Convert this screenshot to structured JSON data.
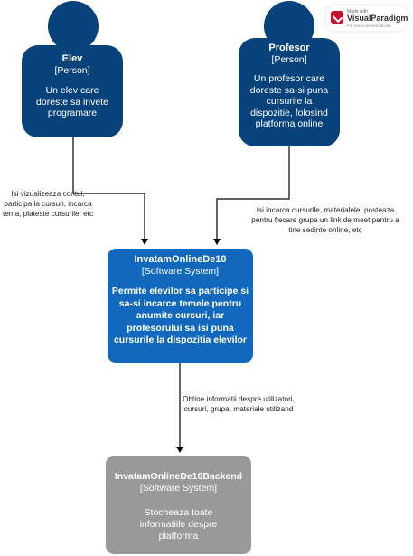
{
  "watermark": {
    "line1": "Made with",
    "line2": "VisualParadigm",
    "line3": "For non-commercial use"
  },
  "colors": {
    "person": "#08427b",
    "system": "#1168bd",
    "backend": "#999999",
    "edge": "#000000"
  },
  "nodes": {
    "elev": {
      "name": "Elev",
      "kind": "[Person]",
      "description": "Un elev care doreste sa invete programare"
    },
    "profesor": {
      "name": "Profesor",
      "kind": "[Person]",
      "description": "Un profesor care doreste sa-si puna cursurile la dispozitie, folosind platforma online"
    },
    "system": {
      "name": "InvatamOnlineDe10",
      "kind": "[Software System]",
      "description": "Permite elevilor sa participe si sa-si incarce temele pentru anumite cursuri, iar profesorului sa isi puna cursurile la dispozitia elevilor"
    },
    "backend": {
      "name": "InvatamOnlineDe10Backend",
      "kind": "[Software System]",
      "description": "Stocheaza toate informatiile despre platforma"
    }
  },
  "edges": {
    "elev_to_system": "Isi vizualizeaza contul, participa la cursuri, incarca tema, plateste cursurile, etc",
    "profesor_to_system": "Isi incarca cursurile, materialele, posteaza pentru fiecare grupa un link de meet pentru a tine sedinte online, etc",
    "system_to_backend": "Obtine informatii despre utilizatori, cursuri, grupa, materiale utilizand"
  }
}
